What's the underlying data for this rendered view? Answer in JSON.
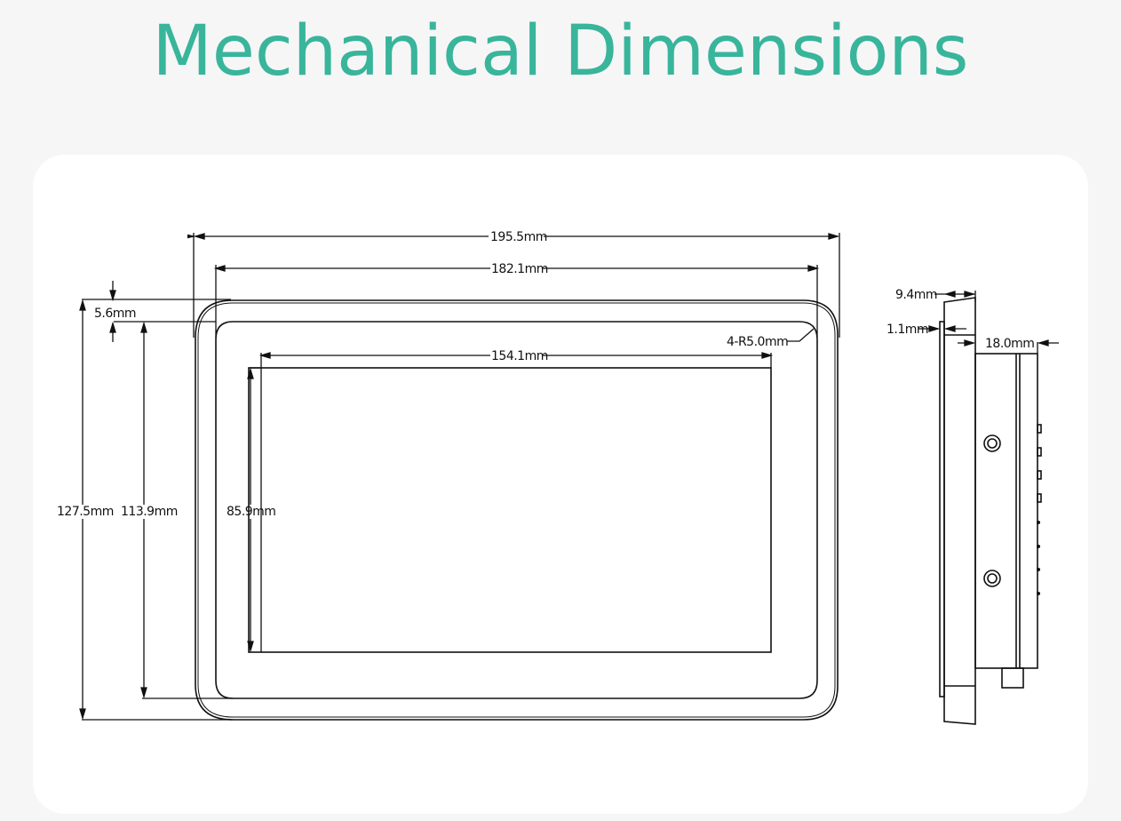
{
  "title": "Mechanical Dimensions",
  "colors": {
    "title": "#38b59b",
    "background": "#f6f6f6",
    "card": "#ffffff",
    "line": "#111111"
  },
  "front_view": {
    "overall_width": "195.5mm",
    "panel_width": "182.1mm",
    "screen_width": "154.1mm",
    "overall_height": "127.5mm",
    "panel_height": "113.9mm",
    "screen_height": "85.9mm",
    "bezel_offset": "5.6mm",
    "corner_radius": "4-R5.0mm"
  },
  "side_view": {
    "front_depth": "9.4mm",
    "lip_thickness": "1.1mm",
    "body_depth": "18.0mm"
  }
}
